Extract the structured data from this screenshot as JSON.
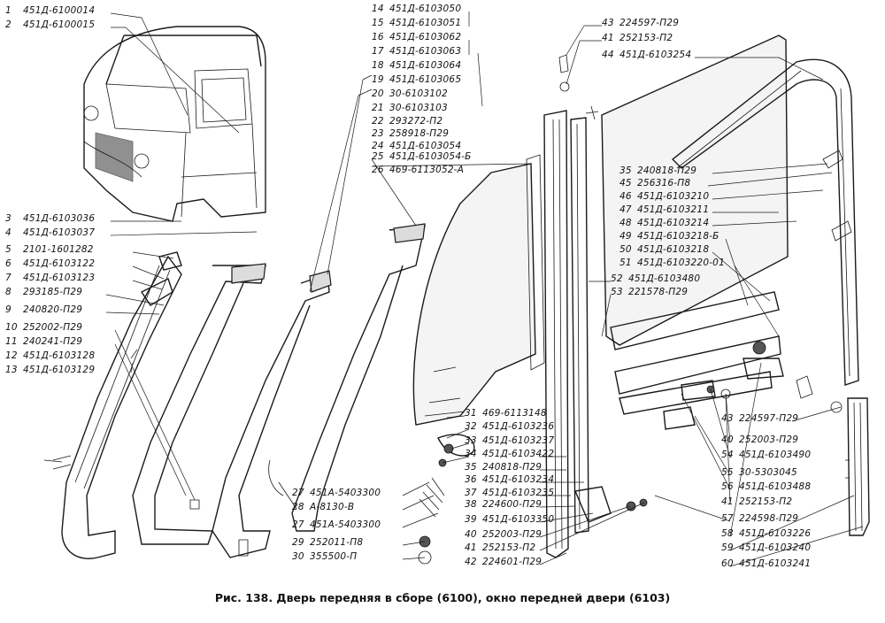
{
  "caption": "Рис. 138. Дверь передняя в сборе (6100), окно передней двери (6103)",
  "callouts": [
    {
      "n": "1",
      "code": "451Д-6100014"
    },
    {
      "n": "2",
      "code": "451Д-6100015"
    },
    {
      "n": "3",
      "code": "451Д-6103036"
    },
    {
      "n": "4",
      "code": "451Д-6103037"
    },
    {
      "n": "5",
      "code": "2101-1601282"
    },
    {
      "n": "6",
      "code": "451Д-6103122"
    },
    {
      "n": "7",
      "code": "451Д-6103123"
    },
    {
      "n": "8",
      "code": "293185-П29"
    },
    {
      "n": "9",
      "code": "240820-П29"
    },
    {
      "n": "10",
      "code": "252002-П29"
    },
    {
      "n": "11",
      "code": "240241-П29"
    },
    {
      "n": "12",
      "code": "451Д-6103128"
    },
    {
      "n": "13",
      "code": "451Д-6103129"
    },
    {
      "n": "14",
      "code": "451Д-6103050"
    },
    {
      "n": "15",
      "code": "451Д-6103051"
    },
    {
      "n": "16",
      "code": "451Д-6103062"
    },
    {
      "n": "17",
      "code": "451Д-6103063"
    },
    {
      "n": "18",
      "code": "451Д-6103064"
    },
    {
      "n": "19",
      "code": "451Д-6103065"
    },
    {
      "n": "20",
      "code": "30-6103102"
    },
    {
      "n": "21",
      "code": "30-6103103"
    },
    {
      "n": "22",
      "code": "293272-П2"
    },
    {
      "n": "23",
      "code": "258918-П29"
    },
    {
      "n": "24",
      "code": "451Д-6103054"
    },
    {
      "n": "25",
      "code": "451Д-6103054-Б"
    },
    {
      "n": "26",
      "code": "469-6113052-А"
    },
    {
      "n": "27",
      "code": "451А-5403300"
    },
    {
      "n": "28",
      "code": "А-8130-В"
    },
    {
      "n": "27",
      "code": "451А-5403300"
    },
    {
      "n": "29",
      "code": "252011-П8"
    },
    {
      "n": "30",
      "code": "355500-П"
    },
    {
      "n": "31",
      "code": "469-6113148"
    },
    {
      "n": "32",
      "code": "451Д-6103236"
    },
    {
      "n": "33",
      "code": "451Д-6103237"
    },
    {
      "n": "34",
      "code": "451Д-6103422"
    },
    {
      "n": "35",
      "code": "240818-П29"
    },
    {
      "n": "36",
      "code": "451Д-6103234"
    },
    {
      "n": "37",
      "code": "451Д-6103235"
    },
    {
      "n": "38",
      "code": "224600-П29"
    },
    {
      "n": "39",
      "code": "451Д-6103350"
    },
    {
      "n": "40",
      "code": "252003-П29"
    },
    {
      "n": "41",
      "code": "252153-П2"
    },
    {
      "n": "42",
      "code": "224601-П29"
    },
    {
      "n": "43",
      "code": "224597-П29"
    },
    {
      "n": "41",
      "code": "252153-П2"
    },
    {
      "n": "44",
      "code": "451Д-6103254"
    },
    {
      "n": "35",
      "code": "240818-П29"
    },
    {
      "n": "45",
      "code": "256316-П8"
    },
    {
      "n": "46",
      "code": "451Д-6103210"
    },
    {
      "n": "47",
      "code": "451Д-6103211"
    },
    {
      "n": "48",
      "code": "451Д-6103214"
    },
    {
      "n": "49",
      "code": "451Д-6103218-Б"
    },
    {
      "n": "50",
      "code": "451Д-6103218"
    },
    {
      "n": "51",
      "code": "451Д-6103220-01"
    },
    {
      "n": "52",
      "code": "451Д-6103480"
    },
    {
      "n": "53",
      "code": "221578-П29"
    },
    {
      "n": "43",
      "code": "224597-П29"
    },
    {
      "n": "40",
      "code": "252003-П29"
    },
    {
      "n": "54",
      "code": "451Д-6103490"
    },
    {
      "n": "55",
      "code": "30-5303045"
    },
    {
      "n": "56",
      "code": "451Д-6103488"
    },
    {
      "n": "41",
      "code": "252153-П2"
    },
    {
      "n": "57",
      "code": "224598-П29"
    },
    {
      "n": "58",
      "code": "451Д-6103226"
    },
    {
      "n": "59",
      "code": "451Д-6103240"
    },
    {
      "n": "60",
      "code": "451Д-6103241"
    }
  ]
}
